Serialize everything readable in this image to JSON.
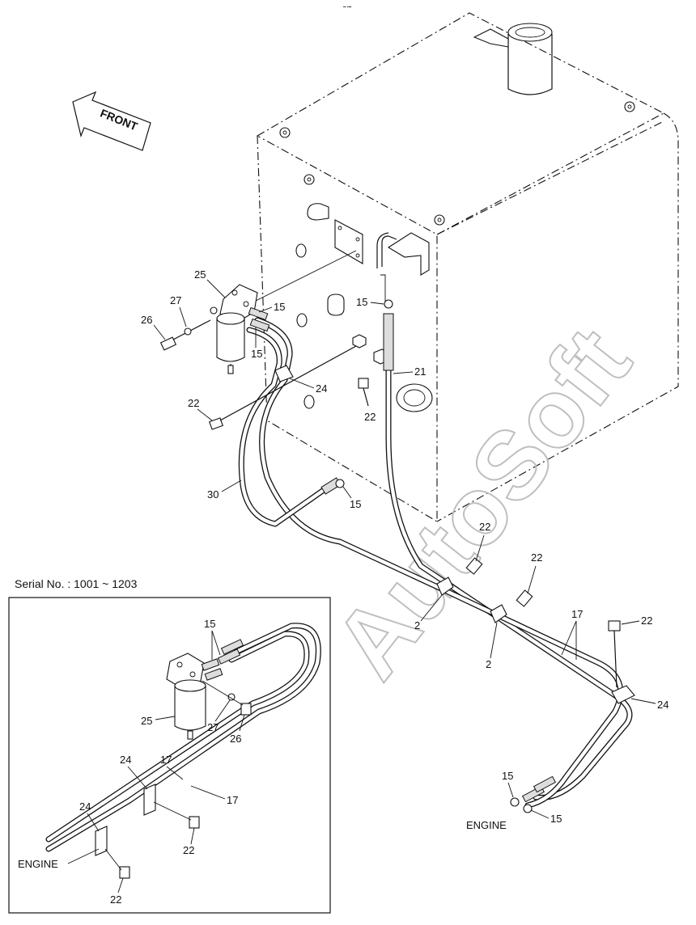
{
  "arrow": {
    "label": "FRONT"
  },
  "watermark": {
    "text": "AutoSoft"
  },
  "inset": {
    "serial_label": "Serial No. : 1001 ~ 1203"
  },
  "callouts": {
    "c25": "25",
    "c27": "27",
    "c26": "26",
    "c15a": "15",
    "c15b": "15",
    "c15c": "15",
    "c24a": "24",
    "c22a": "22",
    "c30": "30",
    "c15d": "15",
    "c21": "21",
    "c22b": "22",
    "c22c": "22",
    "c22d": "22",
    "c22e": "22",
    "c2a": "2",
    "c2b": "2",
    "c17": "17",
    "c24b": "24",
    "c15e": "15",
    "c15f": "15",
    "i15": "15",
    "i25": "25",
    "i27": "27",
    "i26": "26",
    "i24a": "24",
    "i17a": "17",
    "i17b": "17",
    "i24b": "24",
    "i22a": "22",
    "i22b": "22"
  },
  "labels": {
    "engine_main": "ENGINE",
    "engine_inset": "ENGINE"
  }
}
